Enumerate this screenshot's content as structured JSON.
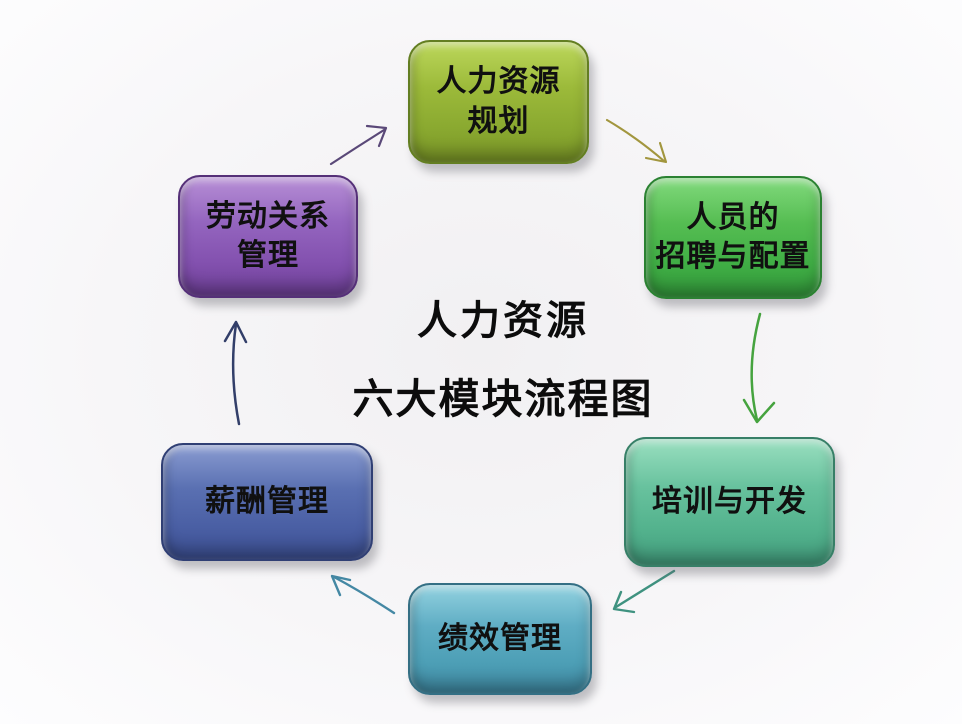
{
  "title": {
    "line1": "人力资源",
    "line2": "六大模块流程图"
  },
  "nodes": [
    {
      "id": "hr-planning",
      "line1": "人力资源",
      "line2": "规划",
      "color": "#9cba3a",
      "position": "top"
    },
    {
      "id": "recruitment",
      "line1": "人员的",
      "line2": "招聘与配置",
      "color": "#55bd52",
      "position": "top-right"
    },
    {
      "id": "training",
      "line1": "培训与开发",
      "line2": "",
      "color": "#68c29e",
      "position": "bottom-right"
    },
    {
      "id": "performance",
      "line1": "绩效管理",
      "line2": "",
      "color": "#5fadc4",
      "position": "bottom"
    },
    {
      "id": "compensation",
      "line1": "薪酬管理",
      "line2": "",
      "color": "#5a70b2",
      "position": "left"
    },
    {
      "id": "labor-relations",
      "line1": "劳动关系",
      "line2": "管理",
      "color": "#9465bf",
      "position": "top-left"
    }
  ],
  "arrows": [
    {
      "from": "labor-relations",
      "to": "hr-planning",
      "color": "#5a4878"
    },
    {
      "from": "hr-planning",
      "to": "recruitment",
      "color": "#a2963e"
    },
    {
      "from": "recruitment",
      "to": "training",
      "color": "#46a33f"
    },
    {
      "from": "training",
      "to": "performance",
      "color": "#3f9280"
    },
    {
      "from": "performance",
      "to": "compensation",
      "color": "#4488a4"
    },
    {
      "from": "compensation",
      "to": "labor-relations",
      "color": "#323e69"
    }
  ]
}
